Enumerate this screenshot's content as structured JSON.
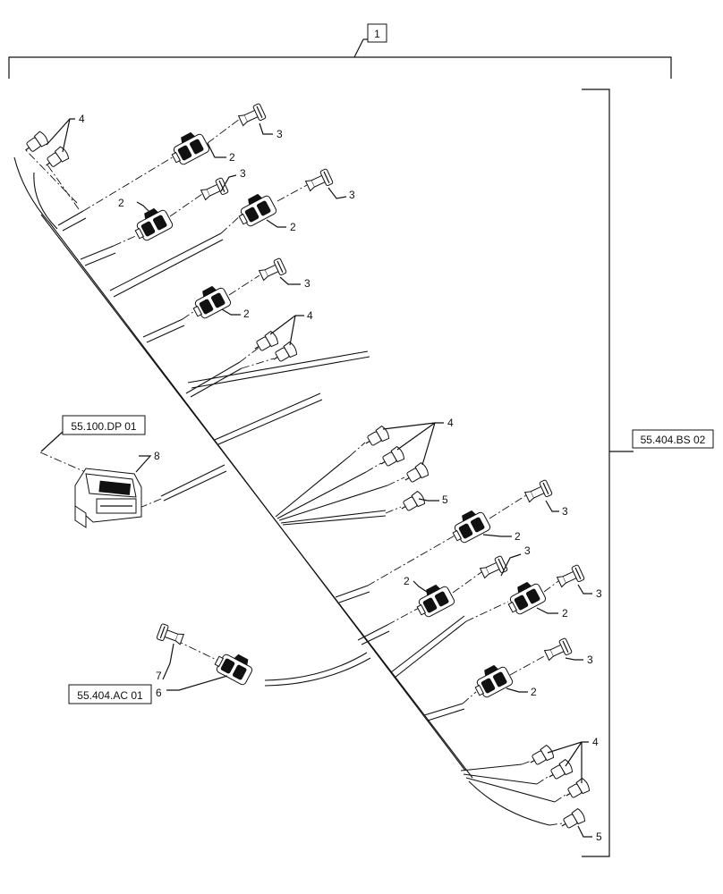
{
  "assembly": {
    "item": "1"
  },
  "references": {
    "harness_right": "55.404.BS 02",
    "control_module": "55.100.DP 01",
    "relay_connector": "55.404.AC 01"
  },
  "callouts": {
    "c2": "2",
    "c3": "3",
    "c4": "4",
    "c5": "5",
    "c6": "6",
    "c7": "7",
    "c8": "8"
  }
}
